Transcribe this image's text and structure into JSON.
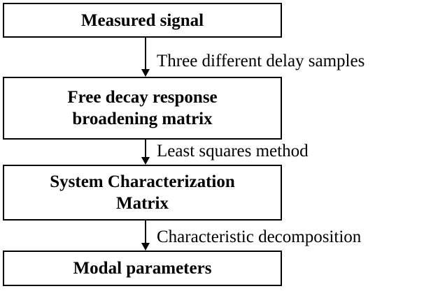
{
  "steps": [
    {
      "lines": [
        "Measured signal"
      ]
    },
    {
      "lines": [
        "Free decay response",
        "broadening matrix"
      ]
    },
    {
      "lines": [
        "System Characterization",
        "Matrix"
      ]
    },
    {
      "lines": [
        "Modal parameters"
      ]
    }
  ],
  "transitions": [
    {
      "label": "Three different delay samples"
    },
    {
      "label": "Least squares method"
    },
    {
      "label": "Characteristic decomposition"
    }
  ]
}
